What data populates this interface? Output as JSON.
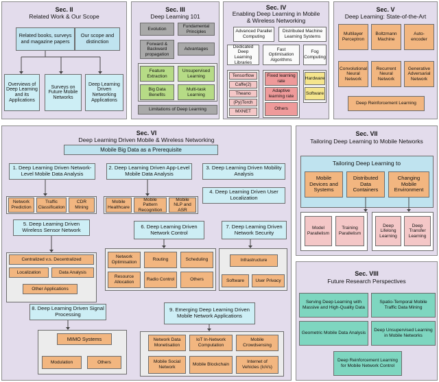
{
  "sec2": {
    "title": "Sec. II",
    "subtitle": "Related Work & Our Scope",
    "books": "Related books, surveys and magazine papers",
    "scope": "Our scope and distinction",
    "overviews": "Overviews of Deep Learning and its Applications",
    "future_surveys": "Surveys on Future Mobile Networks",
    "dl_driven": "Deep Learning Driven Networking Applications"
  },
  "sec3": {
    "title": "Sec. III",
    "subtitle": "Deep Learning 101",
    "evolution": "Evolution",
    "fundamental": "Fundamental Principles",
    "forward": "Forward & Backward propagation",
    "advantages": "Advantages",
    "feature": "Feature Extraction",
    "unsupervised": "Unsupervised Learning",
    "bigdata": "Big Data Benefits",
    "multitask": "Multi-task Learning",
    "limitations": "Limitations of Deep Learning"
  },
  "sec4": {
    "title": "Sec. IV",
    "subtitle": "Enabling Deep Learning in Mobile & Wireless Networking",
    "parallel": "Advanced Parallel Computing",
    "distributed": "Distributed Machine Learning Systems",
    "dedicated": "Dedicated Deep Learning Libraries",
    "fastopt": "Fast Optimisation Algorithms",
    "fog": "Fog Computing",
    "libs": [
      "Tensorflow",
      "Caffe(2)",
      "Theano",
      "(Py)Torch",
      "MXNET"
    ],
    "fixed_lr": "Fixed learning rate",
    "adaptive_lr": "Adaptive learning rate",
    "others": "Others",
    "hardware": "Hardware",
    "software": "Software"
  },
  "sec5": {
    "title": "Sec. V",
    "subtitle": "Deep Learning: State-of-the-Art",
    "items": [
      "Multilayer Perceptron",
      "Boltzmann Machine",
      "Auto-encoder",
      "Convolutional Neural Network",
      "Recurrent Neural Network",
      "Generative Adversarial Network"
    ],
    "drl": "Deep Reinforcement Learning"
  },
  "sec6": {
    "title": "Sec. VI",
    "subtitle": "Deep Learning Driven Mobile & Wireless Networking",
    "prereq": "Mobile Big Data as a Prerequisite",
    "c1": "1. Deep Learning Driven Network-Level Mobile Data Analysis",
    "c1_items": [
      "Network Prediction",
      "Traffic Classification",
      "CDR Mining"
    ],
    "c2": "2. Deep Learning Driven App-Level Mobile Data Analysis",
    "c2_items": [
      "Mobile Healthcare",
      "Mobile Pattern Recognition",
      "Mobile NLP and ASR"
    ],
    "c3": "3. Deep Learning Driven Mobility Analysis",
    "c4": "4. Deep Learning Driven User Localization",
    "c5": "5. Deep Learning Driven Wireless Sensor Network",
    "c5_items": [
      "Centralized v.s. Decentralized",
      "Localization",
      "Data Analysis",
      "Other Applications"
    ],
    "c6": "6. Deep Learning Driven Network Control",
    "c6_items": [
      "Network Optimisation",
      "Routing",
      "Scheduling",
      "Resource Allocation",
      "Radio Control",
      "Others"
    ],
    "c7": "7. Deep Learning Driven Network Security",
    "c7_items": [
      "Infrastructure",
      "Software",
      "User Privacy"
    ],
    "c8": "8. Deep Learning Driven Signal Processing",
    "c8_items": [
      "MIMO Systems",
      "Modulation",
      "Others"
    ],
    "c9": "9. Emerging Deep Learning Driven Mobile Network Applications",
    "c9_items": [
      "Network Data Monetisation",
      "IoT In-Network Computation",
      "Mobile Crowdsensing",
      "Mobile Social Network",
      "Mobile Blockchain",
      "Internet of Vehicles (IoVs)"
    ]
  },
  "sec7": {
    "title": "Sec. VII",
    "subtitle": "Tailoring Deep Learning to Mobile Networks",
    "heading": "Tailoring Deep Learning to",
    "devices": "Mobile Devices and Systems",
    "containers": "Distributed Data Containers",
    "changing": "Changing Mobile Environment",
    "model_par": "Model Parallelism",
    "train_par": "Training Parallelism",
    "lifelong": "Deep Lifelong Learning",
    "transfer": "Deep Transfer Learning"
  },
  "sec8": {
    "title": "Sec. VIII",
    "subtitle": "Future Research Perspectives",
    "items": [
      "Serving Deep Learning with Massive and High-Quality Data",
      "Spatio-Temporal Mobile Traffic Data Mining",
      "Geometric Mobile Data Analysis",
      "Deep Unsupervised Learning in Mobile Networks",
      "Deep Reinforcement Learning for Mobile Network Control"
    ]
  },
  "colors": {
    "section_bg": "#e3dcec",
    "blue": "#bfe3ef",
    "green": "#b6db86",
    "orange": "#f2b680",
    "pink": "#f4c7c7",
    "teal": "#7ed6c0",
    "gray": "#a9a9a9"
  }
}
